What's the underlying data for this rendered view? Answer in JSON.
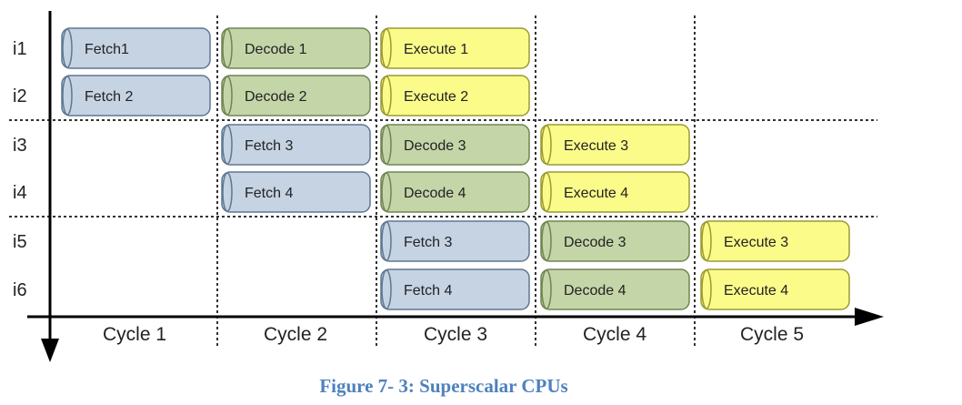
{
  "figure": {
    "caption": "Figure 7- 3: Superscalar CPUs"
  },
  "diagram": {
    "instructions": [
      "i1",
      "i2",
      "i3",
      "i4",
      "i5",
      "i6"
    ],
    "cycles": [
      "Cycle 1",
      "Cycle 2",
      "Cycle 3",
      "Cycle 4",
      "Cycle 5"
    ],
    "stage_colors": {
      "fetch": "#c5d3e3",
      "decode": "#c4d5a8",
      "execute": "#fbfb8a"
    },
    "blocks": [
      {
        "row": 0,
        "cycle": 0,
        "stage": "fetch",
        "label": "Fetch1"
      },
      {
        "row": 0,
        "cycle": 1,
        "stage": "decode",
        "label": "Decode 1"
      },
      {
        "row": 0,
        "cycle": 2,
        "stage": "execute",
        "label": "Execute 1"
      },
      {
        "row": 1,
        "cycle": 0,
        "stage": "fetch",
        "label": "Fetch 2"
      },
      {
        "row": 1,
        "cycle": 1,
        "stage": "decode",
        "label": "Decode 2"
      },
      {
        "row": 1,
        "cycle": 2,
        "stage": "execute",
        "label": "Execute 2"
      },
      {
        "row": 2,
        "cycle": 1,
        "stage": "fetch",
        "label": "Fetch 3"
      },
      {
        "row": 2,
        "cycle": 2,
        "stage": "decode",
        "label": "Decode 3"
      },
      {
        "row": 2,
        "cycle": 3,
        "stage": "execute",
        "label": "Execute 3"
      },
      {
        "row": 3,
        "cycle": 1,
        "stage": "fetch",
        "label": "Fetch 4"
      },
      {
        "row": 3,
        "cycle": 2,
        "stage": "decode",
        "label": "Decode 4"
      },
      {
        "row": 3,
        "cycle": 3,
        "stage": "execute",
        "label": "Execute 4"
      },
      {
        "row": 4,
        "cycle": 2,
        "stage": "fetch",
        "label": "Fetch 3"
      },
      {
        "row": 4,
        "cycle": 3,
        "stage": "decode",
        "label": "Decode 3"
      },
      {
        "row": 4,
        "cycle": 4,
        "stage": "execute",
        "label": "Execute 3"
      },
      {
        "row": 5,
        "cycle": 2,
        "stage": "fetch",
        "label": "Fetch 4"
      },
      {
        "row": 5,
        "cycle": 3,
        "stage": "decode",
        "label": "Decode 4"
      },
      {
        "row": 5,
        "cycle": 4,
        "stage": "execute",
        "label": "Execute 4"
      }
    ]
  }
}
